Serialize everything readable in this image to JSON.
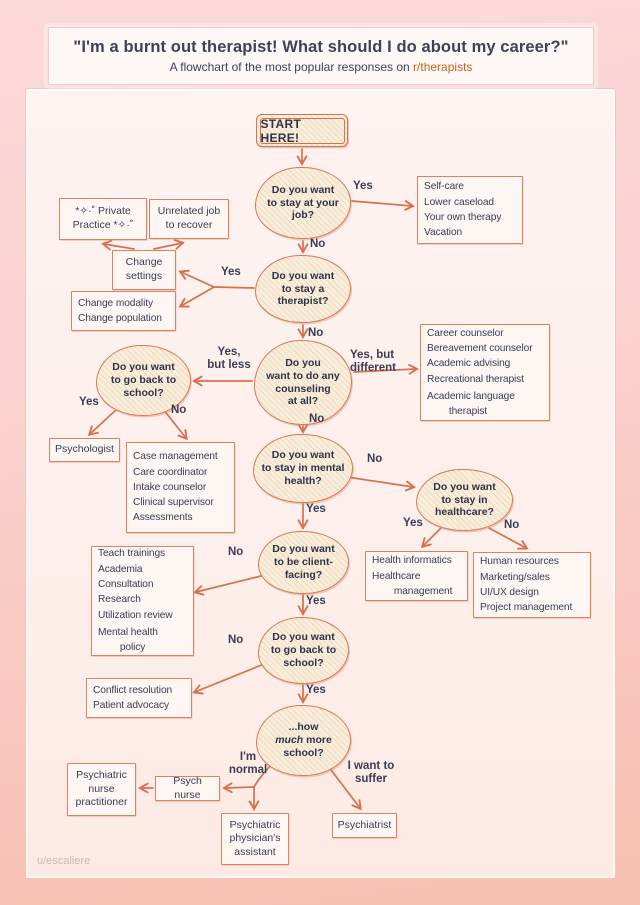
{
  "page": {
    "title": "\"I'm a burnt out therapist! What should I do about my career?\"",
    "subtitle_prefix": "A flowchart of the most popular responses on ",
    "subtitle_link": "r/therapists",
    "watermark": "u/escaliere"
  },
  "colors": {
    "arrow_stroke": "#d96f4f",
    "box_fill": "#fdf6f3",
    "ellipse_fill": "#f9eedd",
    "ink": "#383e57",
    "link_orange": "#c8641f"
  },
  "start": {
    "label": "START HERE!"
  },
  "decisions": {
    "stay_job": "Do you want\nto stay at your\njob?",
    "stay_therapist": "Do you want\nto stay a\ntherapist?",
    "any_counseling": "Do you\nwant to do any\ncounseling\nat all?",
    "school_1": "Do you want\nto go back to\nschool?",
    "mental_health": "Do you want\nto stay in mental\nhealth?",
    "healthcare": "Do you want\nto stay in\nhealthcare?",
    "client_facing": "Do you want\nto be client-\nfacing?",
    "school_2": "Do you want\nto go back to\nschool?",
    "how_much": {
      "pre": "...how\n",
      "em": "much",
      "post": " more\nschool?"
    }
  },
  "outcomes": {
    "self_care": {
      "items": [
        "Self-care",
        "Lower caseload",
        "Your own therapy",
        "Vacation"
      ]
    },
    "private_practice": "*✧·˚ Private\nPractice *✧·˚",
    "unrelated_job": "Unrelated job\nto recover",
    "change_settings": "Change\nsettings",
    "change_modality": {
      "items": [
        "Change modality",
        "Change population"
      ]
    },
    "different_counseling": {
      "items": [
        "Career counselor",
        "Bereavement counselor",
        "Academic advising",
        "Recreational therapist",
        "Academic language\n        therapist"
      ]
    },
    "psychologist": "Psychologist",
    "adjacent_roles": {
      "items": [
        "Case management",
        "Care coordinator",
        "Intake counselor",
        "Clinical supervisor",
        "Assessments"
      ]
    },
    "health_it": {
      "items": [
        "Health informatics",
        "Healthcare\n        management"
      ]
    },
    "non_healthcare": {
      "items": [
        "Human resources",
        "Marketing/sales",
        "UI/UX design",
        "Project management"
      ]
    },
    "non_client_facing": {
      "items": [
        "Teach trainings",
        "Academia",
        "Consultation",
        "Research",
        "Utilization review",
        "Mental health\n        policy"
      ]
    },
    "advocacy": {
      "items": [
        "Conflict resolution",
        "Patient advocacy"
      ]
    },
    "psych_nurse": "Psych nurse",
    "psychiatric_np": "Psychiatric\nnurse\npractitioner",
    "psychiatric_pa": "Psychiatric\nphysician's\nassistant",
    "psychiatrist": "Psychiatrist"
  },
  "edge_labels": {
    "yes": "Yes",
    "no": "No",
    "yes_but_less": "Yes,\nbut less",
    "yes_but_different": "Yes, but\ndifferent",
    "im_normal": "I'm\nnormal",
    "i_want_to_suffer": "I want to\nsuffer"
  }
}
